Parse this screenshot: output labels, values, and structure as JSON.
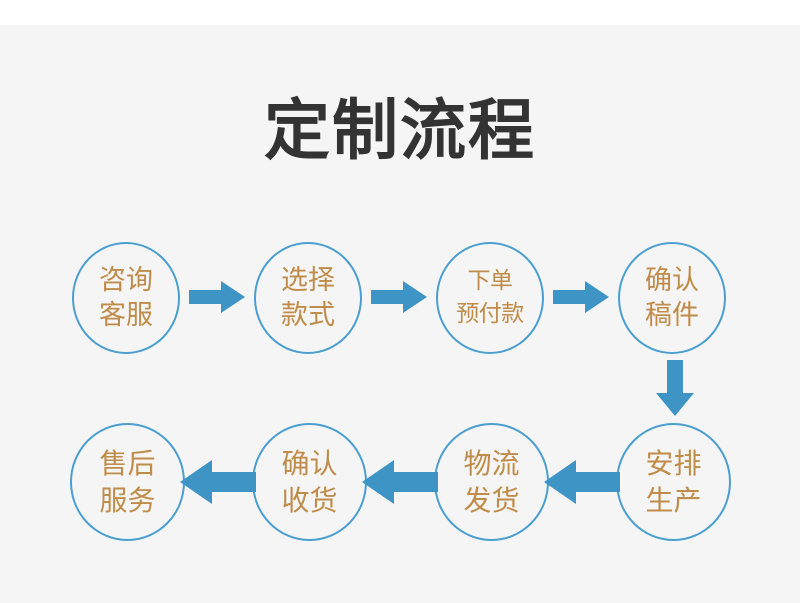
{
  "page": {
    "background_color": "#f5f5f5",
    "top_strip_color": "#ffffff",
    "accent_blue": "#3e95c5",
    "circle_border_color": "#4a9fd0",
    "label_color": "#c08c4a",
    "title_color": "#333333"
  },
  "header": {
    "title": "定制流程"
  },
  "flow": {
    "top_row": [
      {
        "id": "node-1",
        "line1": "咨询",
        "line2": "客服",
        "narrow": false
      },
      {
        "id": "node-2",
        "line1": "选择",
        "line2": "款式",
        "narrow": false
      },
      {
        "id": "node-3",
        "line1": "下单",
        "line2": "预付款",
        "narrow": true
      },
      {
        "id": "node-4",
        "line1": "确认",
        "line2": "稿件",
        "narrow": false
      }
    ],
    "bottom_row": [
      {
        "id": "node-5",
        "line1": "安排",
        "line2": "生产",
        "narrow": false
      },
      {
        "id": "node-6",
        "line1": "物流",
        "line2": "发货",
        "narrow": false
      },
      {
        "id": "node-7",
        "line1": "确认",
        "line2": "收货",
        "narrow": false
      },
      {
        "id": "node-8",
        "line1": "售后",
        "line2": "服务",
        "narrow": false
      }
    ],
    "connectors": [
      {
        "id": "arrow-a",
        "direction": "right",
        "from": "咨询客服",
        "to": "选择款式"
      },
      {
        "id": "arrow-b",
        "direction": "right",
        "from": "选择款式",
        "to": "下单预付款"
      },
      {
        "id": "arrow-c",
        "direction": "right",
        "from": "下单预付款",
        "to": "确认稿件"
      },
      {
        "id": "arrow-d",
        "direction": "down",
        "from": "确认稿件",
        "to": "安排生产"
      },
      {
        "id": "arrow-e",
        "direction": "left",
        "from": "安排生产",
        "to": "物流发货"
      },
      {
        "id": "arrow-f",
        "direction": "left",
        "from": "物流发货",
        "to": "确认收货"
      },
      {
        "id": "arrow-g",
        "direction": "left",
        "from": "确认收货",
        "to": "售后服务"
      }
    ]
  }
}
